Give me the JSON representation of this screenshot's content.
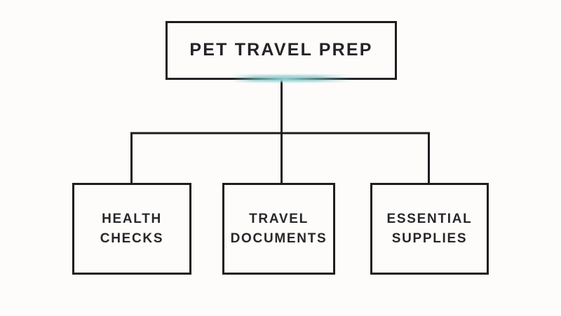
{
  "diagram": {
    "title": "PET TRAVEL PREP",
    "background_color": "#fdfcfa",
    "line_color": "#1d1d1f",
    "accent_color": "#8fd0d1",
    "root": {
      "label": "PET TRAVEL PREP"
    },
    "branches": [
      {
        "label": "HEALTH CHECKS",
        "line1": "HEALTH",
        "line2": "CHECKS"
      },
      {
        "label": "TRAVEL DOCUMENTS",
        "line1": "TRAVEL",
        "line2": "DOCUMENTS"
      },
      {
        "label": "ESSENTIAL SUPPLIES",
        "line1": "ESSENTIAL",
        "line2": "SUPPLIES"
      }
    ]
  }
}
